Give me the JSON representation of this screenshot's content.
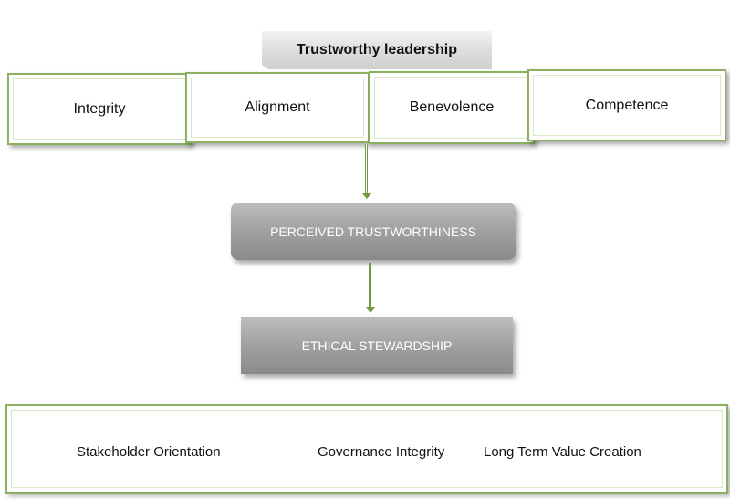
{
  "header": {
    "title": "Trustworthy leadership"
  },
  "attributes": [
    "Integrity",
    "Alignment",
    "Benevolence",
    "Competence"
  ],
  "flow": {
    "perceived": "PERCEIVED TRUSTWORTHINESS",
    "ethical": "ETHICAL STEWARDSHIP"
  },
  "outcomes": [
    "Stakeholder Orientation",
    "Governance Integrity",
    "Long Term Value Creation"
  ],
  "colors": {
    "accent_green": "#8bb05f",
    "box_grey": "#a3a3a3",
    "text_dark": "#111111",
    "text_light": "#ffffff"
  }
}
